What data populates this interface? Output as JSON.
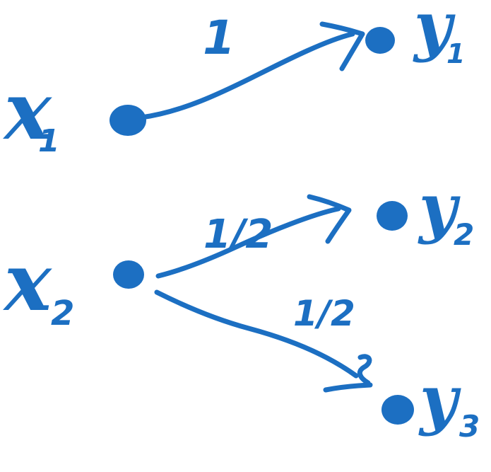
{
  "diagram": {
    "ink_color": "#1c6fc2",
    "background_color": "#ffffff",
    "nodes": [
      {
        "id": "x1",
        "base": "x",
        "sub": "1"
      },
      {
        "id": "x2",
        "base": "x",
        "sub": "2"
      },
      {
        "id": "y1",
        "base": "y",
        "sub": "1"
      },
      {
        "id": "y2",
        "base": "y",
        "sub": "2"
      },
      {
        "id": "y3",
        "base": "y",
        "sub": "3"
      }
    ],
    "edges": [
      {
        "from": "x1",
        "to": "y1",
        "label": "1"
      },
      {
        "from": "x2",
        "to": "y2",
        "label": "1/2"
      },
      {
        "from": "x2",
        "to": "y3",
        "label": "1/2"
      }
    ]
  }
}
